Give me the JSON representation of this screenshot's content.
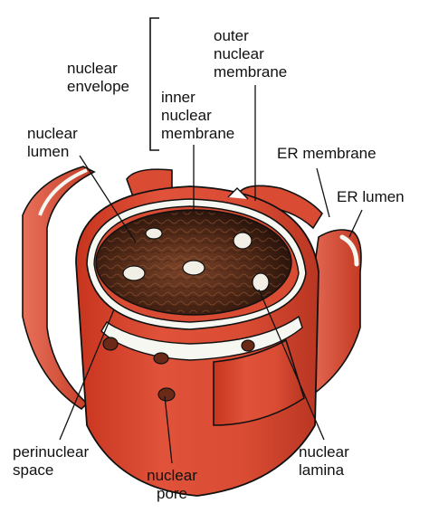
{
  "labels": {
    "nuclear_envelope": [
      "nuclear",
      "envelope"
    ],
    "outer_nuclear_membrane": [
      "outer",
      "nuclear",
      "membrane"
    ],
    "inner_nuclear_membrane": [
      "inner",
      "nuclear",
      "membrane"
    ],
    "nuclear_lumen": [
      "nuclear",
      "lumen"
    ],
    "er_membrane": "ER membrane",
    "er_lumen": "ER lumen",
    "perinuclear_space": [
      "perinuclear",
      "space"
    ],
    "nuclear_pore": [
      "nuclear",
      "pore"
    ],
    "nuclear_lamina": [
      "nuclear",
      "lamina"
    ]
  },
  "colors": {
    "membrane_red": "#d94b33",
    "membrane_dark": "#a8321f",
    "lumen_white": "#f7f7f2",
    "nucleoplasm": "#6b3a22",
    "nucleoplasm_dark": "#2b150c",
    "line": "#111111"
  }
}
